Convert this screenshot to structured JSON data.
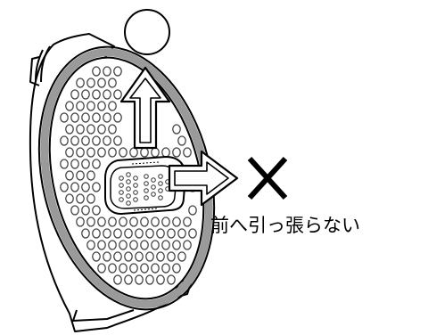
{
  "instruction": {
    "caption": "前へ引っ張らない"
  },
  "figure": {
    "subject": "inner-lid-with-steam-cap",
    "up_arrow_marker": "circle-ok",
    "forward_arrow_marker": "cross-ng",
    "colors": {
      "line": "#000000",
      "fill": "#ffffff",
      "gasket": "#9a9a9a",
      "hole_stroke": "#444444"
    }
  }
}
